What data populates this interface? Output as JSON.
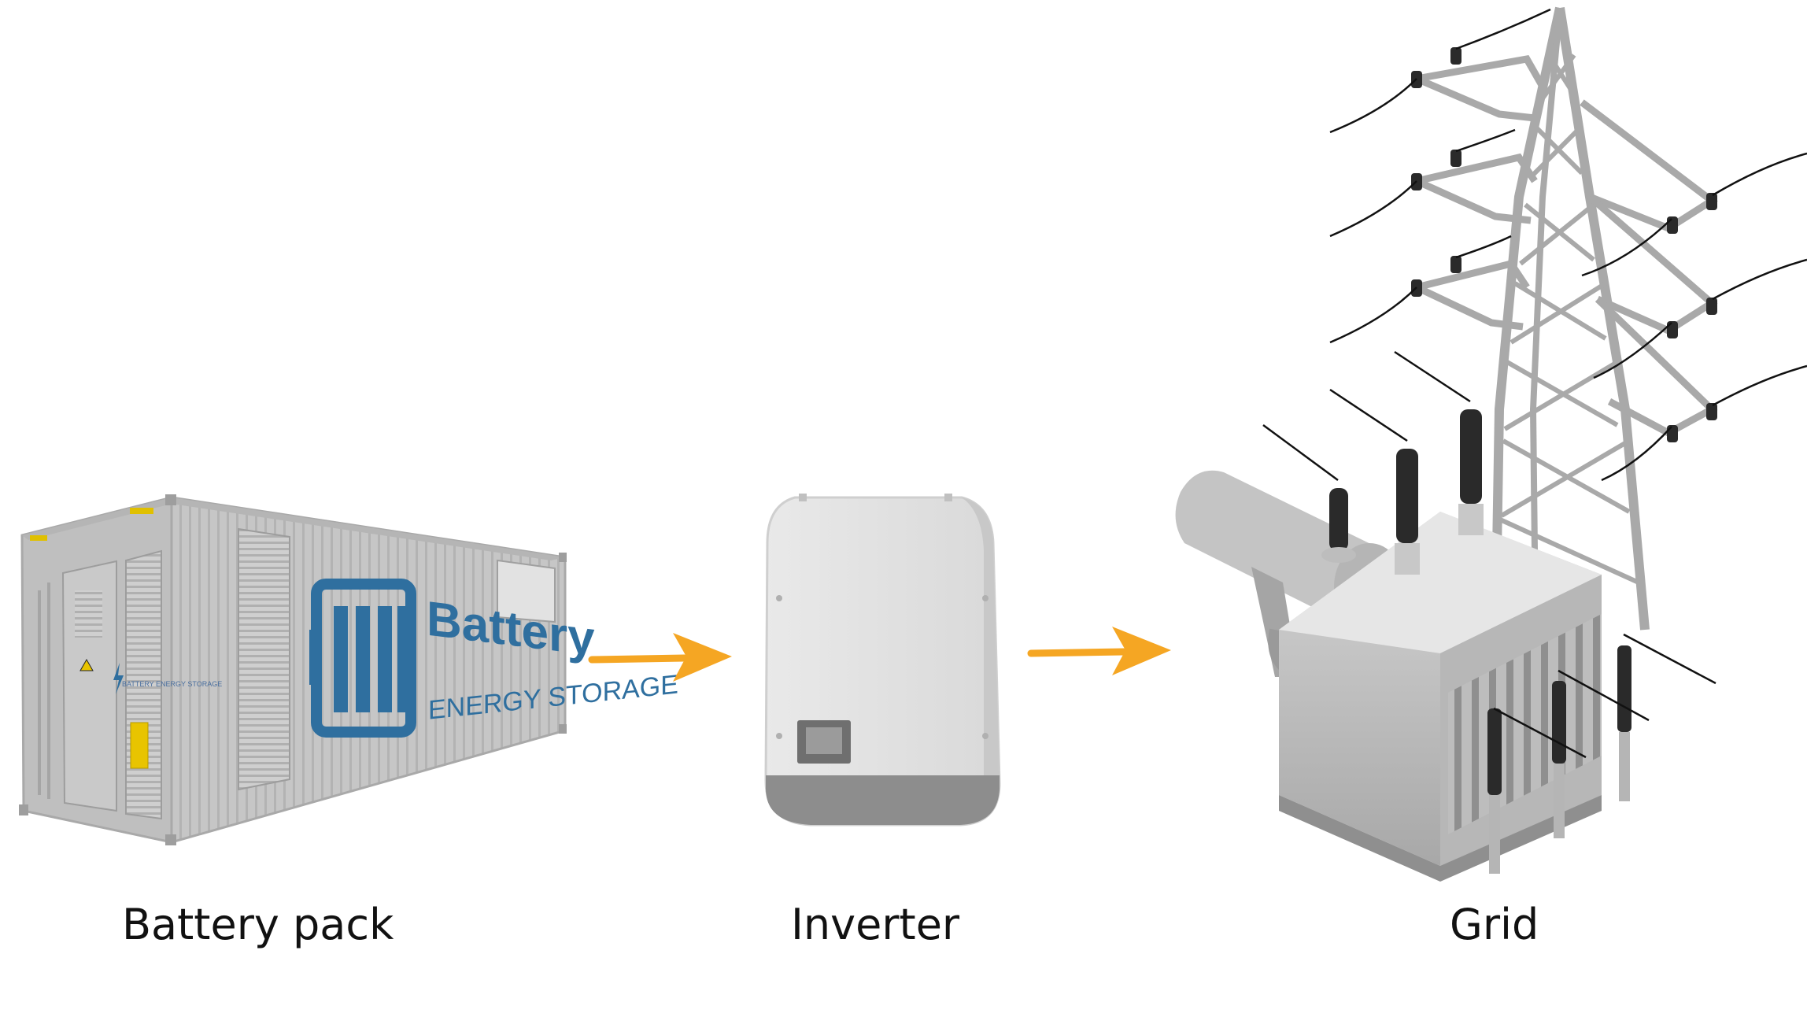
{
  "battery": {
    "label": "Battery pack",
    "container_brand": "Battery",
    "container_subtitle": "ENERGY STORAGE",
    "small_panel_text": "BATTERY ENERGY STORAGE"
  },
  "inverter": {
    "label": "Inverter"
  },
  "grid": {
    "label": "Grid"
  },
  "colors": {
    "arrow": "#F5A623",
    "brand_blue": "#2F6F9F",
    "container_gray": "#C9C9C9",
    "tower_gray": "#A9A9A9",
    "transformer_gray": "#CFCFCF",
    "insulator_dark": "#2A2A2A"
  }
}
